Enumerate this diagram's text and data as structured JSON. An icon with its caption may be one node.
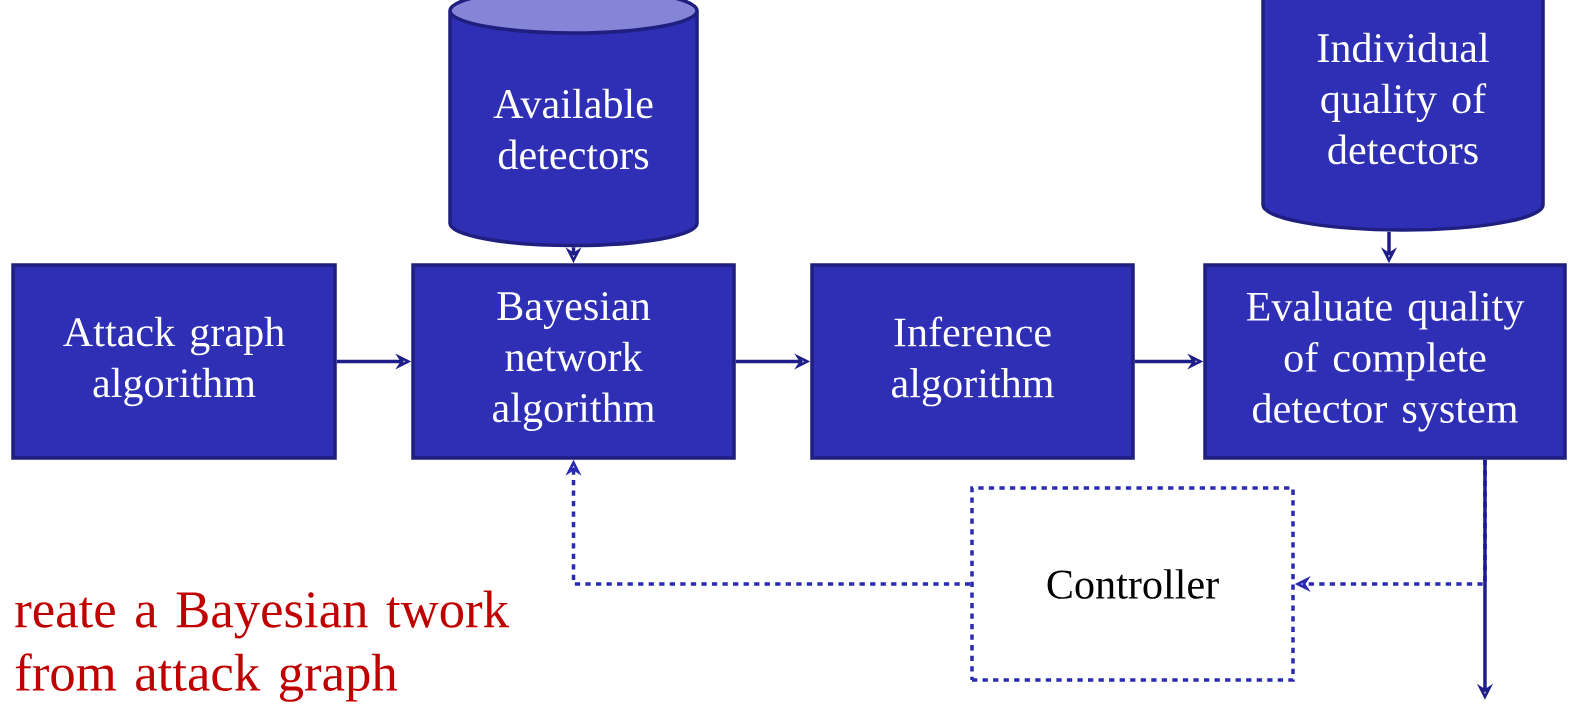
{
  "diagram": {
    "nodes": [
      {
        "text": [
          "Available detectors"
        ]
      },
      {
        "text": [
          "Individual quality of detectors"
        ]
      },
      {
        "text": [
          "Attack graph algorithm"
        ]
      },
      {
        "text": [
          "Bayesian network algorithm"
        ]
      },
      {
        "text": [
          "Inference algorithm"
        ]
      },
      {
        "text": [
          "Evaluate quality of complete detector system"
        ]
      },
      {
        "text": [
          "Controller"
        ]
      }
    ],
    "edges": [
      {
        "from": 0,
        "to": 3,
        "arrow": "to"
      },
      {
        "from": 1,
        "to": 5,
        "arrow": "to"
      },
      {
        "from": 2,
        "to": 3,
        "arrow": "to"
      },
      {
        "from": 3,
        "to": 4,
        "arrow": "to"
      },
      {
        "from": 4,
        "to": 5,
        "arrow": "to"
      },
      {
        "from": 5,
        "to": null,
        "arrow": "to"
      },
      {
        "from": 5,
        "to": 6,
        "arrow": "to",
        "style": "dashed"
      },
      {
        "from": 6,
        "to": 3,
        "arrow": "to",
        "style": "dashed"
      }
    ],
    "labels": [
      "reate a Bayesian twork from attack graph"
    ]
  }
}
